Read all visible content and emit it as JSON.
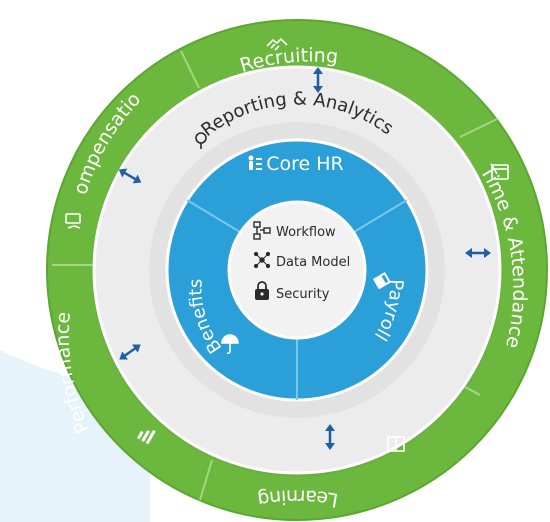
{
  "outer_ring": {
    "segments": [
      {
        "label": "Recruiting",
        "icon": "handshake-icon"
      },
      {
        "label": "Time & Attendance",
        "icon": "calendar-icon"
      },
      {
        "label": "Learning",
        "icon": "book-icon"
      },
      {
        "label": "Performance",
        "icon": "chart-bars-icon"
      },
      {
        "label": "Compensation",
        "icon": "money-hand-icon"
      }
    ]
  },
  "middle_ring": {
    "label": "Reporting & Analytics",
    "icon": "magnifier-chart-icon"
  },
  "inner_ring": {
    "segments": [
      {
        "label": "Core HR",
        "icon": "people-list-icon"
      },
      {
        "label": "Payroll",
        "icon": "calculator-icon"
      },
      {
        "label": "Benefits",
        "icon": "umbrella-icon"
      }
    ]
  },
  "center": {
    "items": [
      {
        "label": "Workflow",
        "icon": "workflow-icon"
      },
      {
        "label": "Data Model",
        "icon": "network-icon"
      },
      {
        "label": "Security",
        "icon": "lock-icon"
      }
    ]
  },
  "colors": {
    "outer": "#6cb83f",
    "outer_border": "#5aa62f",
    "middle": "#ececec",
    "inner": "#2a9fd8",
    "center": "#f2f2f2",
    "arrow": "#1f5fa3",
    "background_wave": "#e6f3fb"
  }
}
